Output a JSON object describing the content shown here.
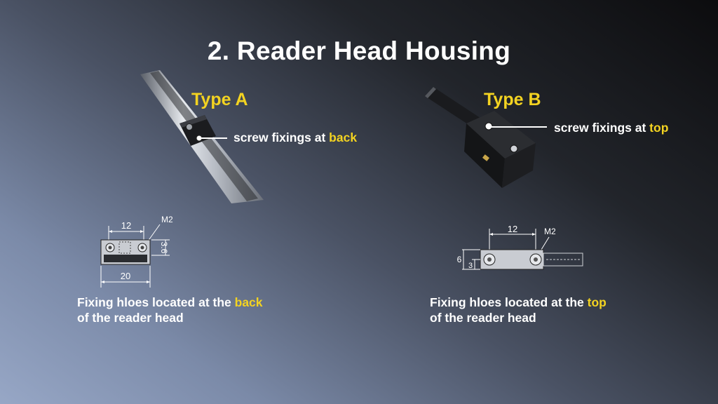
{
  "slide": {
    "title": "2. Reader Head Housing"
  },
  "type_a": {
    "label": "Type A",
    "callout_prefix": "screw fixings at ",
    "callout_highlight": "back",
    "drawing": {
      "dim_width_between_holes": "12",
      "dim_total_width": "20",
      "dim_height": "3.6",
      "screw_label": "M2"
    },
    "caption_prefix": "Fixing hloes located at the ",
    "caption_highlight": "back",
    "caption_line2": "of the reader head"
  },
  "type_b": {
    "label": "Type B",
    "callout_prefix": "screw fixings at ",
    "callout_highlight": "top",
    "drawing": {
      "dim_width_between_holes": "12",
      "dim_outer_height": "6",
      "dim_inner_height": "3",
      "screw_label": "M2"
    },
    "caption_prefix": "Fixing hloes located at the ",
    "caption_highlight": "top",
    "caption_line2": "of the reader head"
  },
  "colors": {
    "highlight": "#f3d321",
    "text": "#ffffff"
  }
}
